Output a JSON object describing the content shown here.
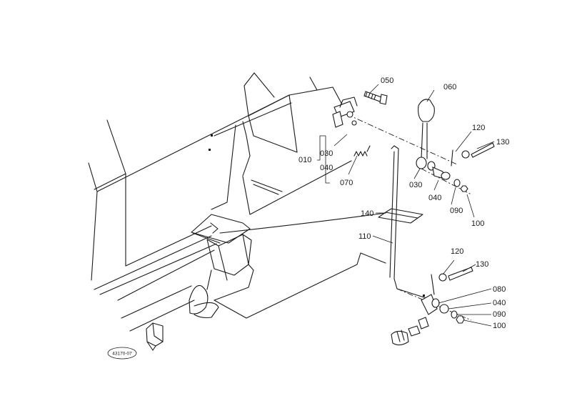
{
  "diagram": {
    "code": "43170-07",
    "labels": [
      {
        "id": "050",
        "text": "050"
      },
      {
        "id": "060",
        "text": "060"
      },
      {
        "id": "120a",
        "text": "120"
      },
      {
        "id": "130a",
        "text": "130"
      },
      {
        "id": "010",
        "text": "010"
      },
      {
        "id": "030a",
        "text": "030"
      },
      {
        "id": "040a",
        "text": "040"
      },
      {
        "id": "070",
        "text": "070"
      },
      {
        "id": "030b",
        "text": "030"
      },
      {
        "id": "040b",
        "text": "040"
      },
      {
        "id": "090a",
        "text": "090"
      },
      {
        "id": "100a",
        "text": "100"
      },
      {
        "id": "140",
        "text": "140"
      },
      {
        "id": "110",
        "text": "110"
      },
      {
        "id": "120b",
        "text": "120"
      },
      {
        "id": "130b",
        "text": "130"
      },
      {
        "id": "080",
        "text": "080"
      },
      {
        "id": "040c",
        "text": "040"
      },
      {
        "id": "090b",
        "text": "090"
      },
      {
        "id": "100b",
        "text": "100"
      }
    ]
  }
}
